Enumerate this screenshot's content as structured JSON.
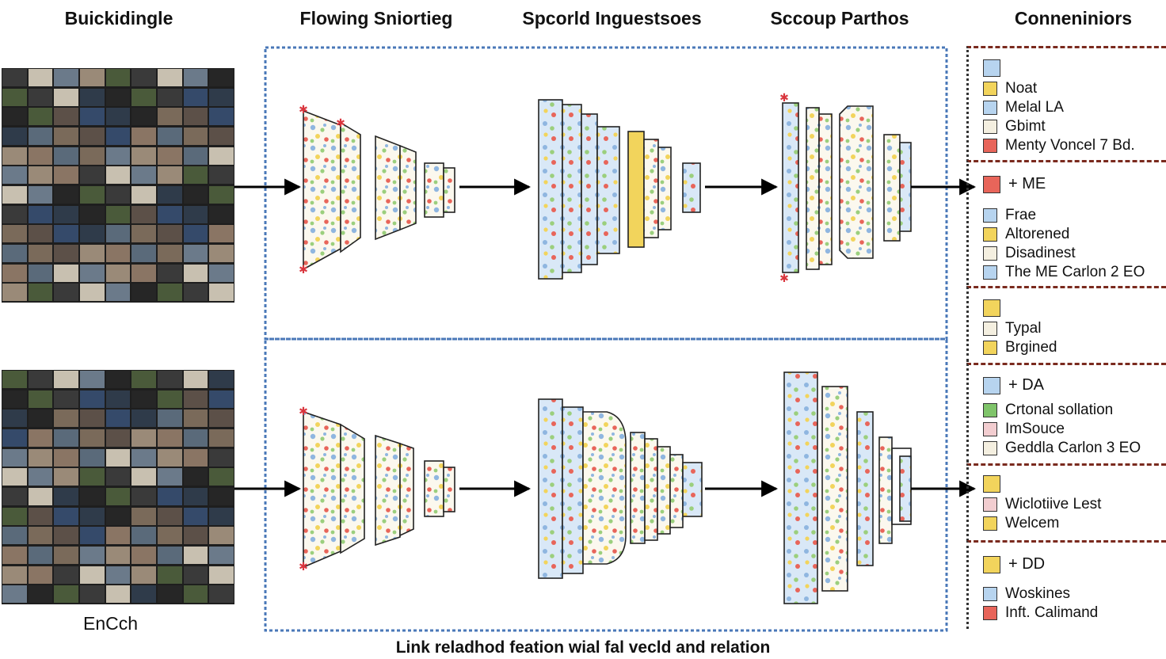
{
  "column_titles": [
    "Buickidingle",
    "Flowing Sniortieg",
    "Spcorld Inguestsoes",
    "Sccoup Parthos",
    "Conneniniors"
  ],
  "left_caption": "EnCch",
  "bottom_caption": "Link reladhod feation wial fal vecld and relation",
  "colors": {
    "frame": "#4a78b8",
    "legend_border": "#7a2a1e",
    "blue": "#b7d4ef",
    "yellow": "#f2d45c",
    "red": "#e8655a",
    "green": "#7fc46a",
    "beige": "#f4efe0",
    "pink": "#f2cdd0",
    "arrow": "#000000"
  },
  "legend": [
    {
      "head": "",
      "head_color": "blue",
      "items": [
        {
          "label": "Noat",
          "color": "yellow"
        },
        {
          "label": "Melal LA",
          "color": "blue"
        },
        {
          "label": "Gbimt",
          "color": "beige"
        },
        {
          "label": "Menty Voncel 7 Bd.",
          "color": "red"
        }
      ]
    },
    {
      "head": "+ ME",
      "head_color": "red",
      "items": [
        {
          "label": "Frae",
          "color": "blue"
        },
        {
          "label": "Altorened",
          "color": "yellow"
        },
        {
          "label": "Disadinest",
          "color": "beige"
        },
        {
          "label": "The ME Carlon 2 EO",
          "color": "blue"
        }
      ]
    },
    {
      "head": "",
      "head_color": "yellow",
      "items": [
        {
          "label": "Typal",
          "color": "beige"
        },
        {
          "label": "Brgined",
          "color": "yellow"
        }
      ]
    },
    {
      "head": "+ DA",
      "head_color": "blue",
      "items": [
        {
          "label": "Crtonal sollation",
          "color": "green"
        },
        {
          "label": "ImSouce",
          "color": "pink"
        },
        {
          "label": "Geddla Carlon 3 EO",
          "color": "beige"
        }
      ]
    },
    {
      "head": "",
      "head_color": "yellow",
      "items": [
        {
          "label": "Wiclotiive Lest",
          "color": "pink"
        },
        {
          "label": "Welcem",
          "color": "yellow"
        }
      ]
    },
    {
      "head": "+ DD",
      "head_color": "yellow",
      "items": [
        {
          "label": "Woskines",
          "color": "blue"
        },
        {
          "label": "Inft. Calimand",
          "color": "red"
        }
      ]
    }
  ]
}
